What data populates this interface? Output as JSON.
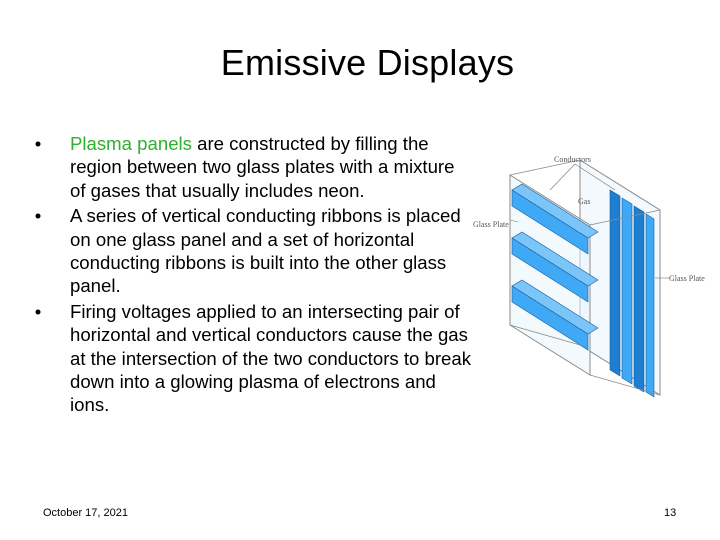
{
  "slide": {
    "title": "Emissive Displays",
    "bullets": [
      {
        "highlight": "Plasma panels",
        "text": " are constructed by filling the region between two glass plates with a mixture of gases that usually includes neon."
      },
      {
        "highlight": "",
        "text": "A series of vertical conducting ribbons is placed on one glass panel and a set of horizontal conducting ribbons is built into the other glass panel."
      },
      {
        "highlight": "",
        "text": "Firing voltages applied to an intersecting pair of horizontal and vertical conductors cause the gas at the intersection of the two conductors to break down into a glowing plasma of electrons and ions."
      }
    ],
    "bullet_glyph": "•",
    "footer": {
      "date": "October 17, 2021",
      "page": "13"
    }
  },
  "figure": {
    "labels": {
      "conductors": "Conductors",
      "gas": "Gas",
      "glass_plate_left": "Glass Plate",
      "glass_plate_right": "Glass Plate"
    },
    "colors": {
      "ribbon": "#3fa9f5",
      "ribbon_dark": "#1e7fd0",
      "plate": "#e8f4fc",
      "outline": "#7a7a7a"
    }
  }
}
